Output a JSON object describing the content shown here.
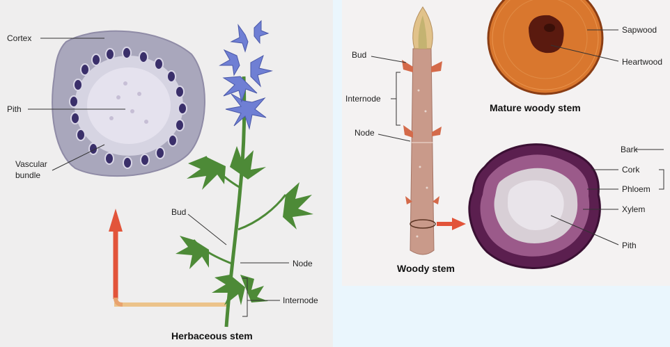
{
  "herbaceous": {
    "labels": {
      "cortex": "Cortex",
      "pith": "Pith",
      "vascular_line1": "Vascular",
      "vascular_line2": "bundle",
      "bud": "Bud",
      "node": "Node",
      "internode": "Internode"
    },
    "caption": "Herbaceous stem"
  },
  "woody": {
    "labels": {
      "bud": "Bud",
      "internode": "Internode",
      "node": "Node"
    },
    "caption": "Woody stem"
  },
  "mature": {
    "labels": {
      "sapwood": "Sapwood",
      "heartwood": "Heartwood"
    },
    "caption": "Mature woody stem"
  },
  "woody_section": {
    "labels": {
      "bark": "Bark",
      "cork": "Cork",
      "phloem": "Phloem",
      "xylem": "Xylem",
      "pith": "Pith"
    }
  },
  "colors": {
    "page_background": "#eaf6fd",
    "panel_background": "#efeeee",
    "arrow": "#e2543a",
    "sapwood": "#d9772e",
    "heartwood": "#5a1a0f",
    "bark_purple": "#5b1f4f",
    "flower": "#6f7fd4",
    "leaf": "#4d8a37"
  }
}
